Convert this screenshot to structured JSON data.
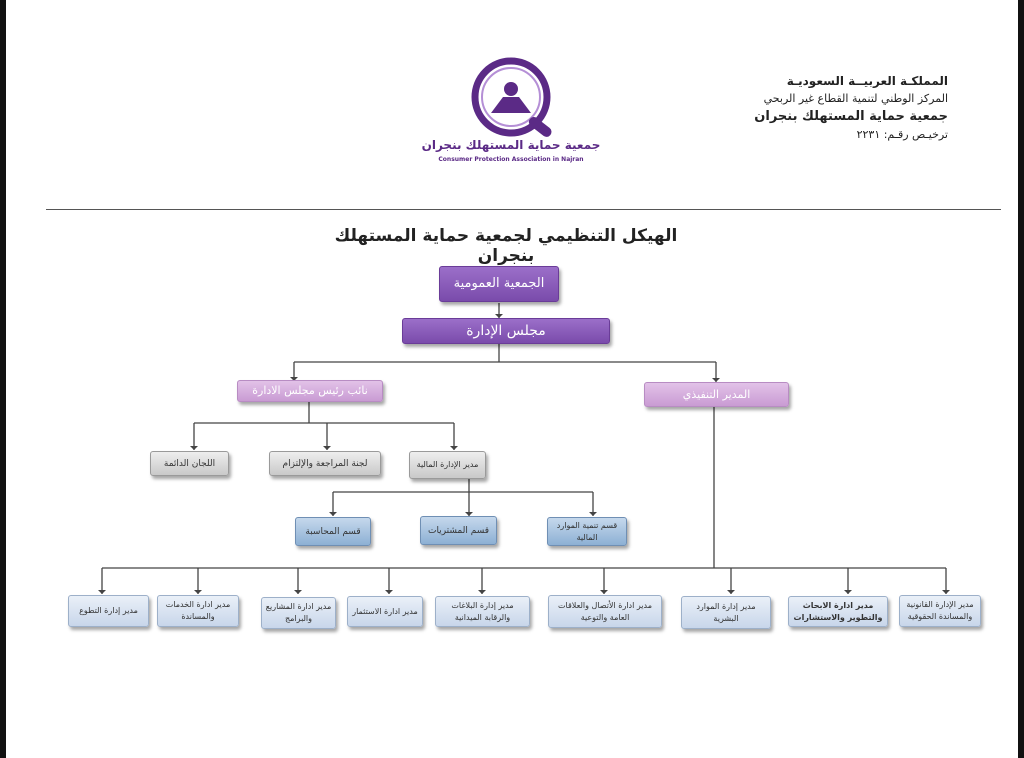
{
  "header": {
    "line1": "المملكـة العربيــة السعوديـة",
    "line2": "المركز الوطني لتنمية القطاع غير الربحي",
    "line3": "جمعية حماية المستهلك بنجران",
    "line4": "ترخيـص رقـم: ٢٢٣١"
  },
  "logo": {
    "name_ar": "جمعية حماية المستهلك بنجران",
    "name_en": "Consumer Protection Association in Najran"
  },
  "title": "الهيكل التنظيمي لجمعية حماية المستهلك بنجران",
  "nodes": {
    "general_assembly": "الجمعية العمومية",
    "board": "مجلس الإدارة",
    "vice_chair": "نائب رئيس مجلس الادارة",
    "executive_director": "المدير التنفيذي",
    "permanent_committees": "اللجان الدائمة",
    "review_committee": "لجنة المراجعة والإلتزام",
    "finance_director": "مدير الإدارة المالية",
    "accounting": "قسم المحاسبة",
    "procurement": "قسم المشتريات",
    "resource_dev": "قسم تنمية الموارد المالية",
    "legal": "مدير الإدارة القانونية والمساندة الحقوقية",
    "research": "مدير ادارة الابحاث والتطوير والاستشارات",
    "hr": "مدير إدارة الموارد البشرية",
    "communication": "مدير ادارة الأتصال والعلاقات العامة والتوعية",
    "reports": "مدير إدارة البلاغات والرقابة الميدانية",
    "investment": "مدير ادارة الاستثمار",
    "projects": "مدير ادارة المشاريع والبرامج",
    "services": "مدير ادارة الخدمات والمساندة",
    "volunteering": "مدير إدارة التطوع"
  }
}
